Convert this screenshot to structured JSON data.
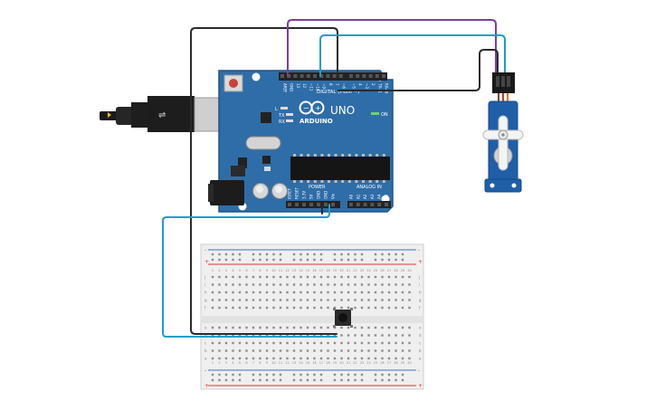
{
  "board": {
    "brand": "ARDUINO",
    "model": "UNO",
    "on_label": "ON",
    "tx_label": "TX",
    "rx_label": "RX",
    "l_label": "L",
    "digital_label": "DIGITAL (PWM ~)",
    "power_label": "POWER",
    "analog_label": "ANALOG IN",
    "top_pins": [
      "AREF",
      "GND",
      "13",
      "12",
      "~11",
      "~10",
      "~9",
      "8",
      "7",
      "~6",
      "~5",
      "4",
      "~3",
      "2",
      "TX→1",
      "RX←0"
    ],
    "power_pins": [
      "IOREF",
      "RESET",
      "3.3V",
      "5V",
      "GND",
      "GND",
      "Vin"
    ],
    "analog_pins": [
      "A0",
      "A1",
      "A2",
      "A3",
      "A4",
      "A5"
    ]
  },
  "breadboard": {
    "row_letters_top": [
      "j",
      "i",
      "h",
      "g",
      "f"
    ],
    "row_letters_bottom": [
      "e",
      "d",
      "c",
      "b",
      "a"
    ],
    "columns": [
      "1",
      "2",
      "3",
      "4",
      "5",
      "6",
      "7",
      "8",
      "9",
      "10",
      "11",
      "12",
      "13",
      "14",
      "15",
      "16",
      "17",
      "18",
      "19",
      "20",
      "21",
      "22",
      "23",
      "24",
      "25",
      "26",
      "27",
      "28",
      "29",
      "30"
    ],
    "rail_plus": "+",
    "rail_minus": "-"
  },
  "colors": {
    "board": "#2f6da8",
    "board_edge": "#1f5487",
    "wire_black": "#2b2b2b",
    "wire_cyan": "#1b9ec7",
    "wire_purple": "#7b3f9b",
    "servo_body": "#1f5fa8",
    "servo_red": "#d0362a",
    "servo_orange": "#e07a1c",
    "breadboard": "#efefef",
    "rail_red": "#d83a3a",
    "rail_blue": "#3d6fbe"
  },
  "components": {
    "usb_cable": "usb-plug-icon",
    "servo": "servo-motor-icon",
    "button": "pushbutton-icon"
  }
}
